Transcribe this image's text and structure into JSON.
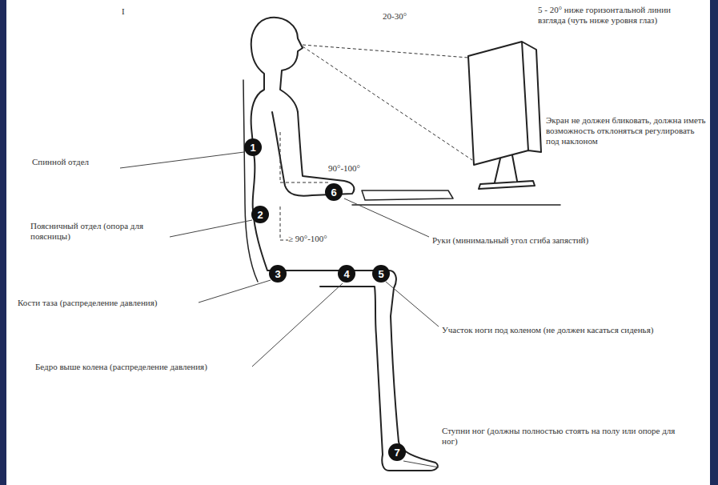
{
  "diagram": {
    "nodes": [
      {
        "text": [
          "1"
        ]
      },
      {
        "text": [
          "2"
        ]
      },
      {
        "text": [
          "3"
        ]
      },
      {
        "text": [
          "4"
        ]
      },
      {
        "text": [
          "5"
        ]
      },
      {
        "text": [
          "6"
        ]
      },
      {
        "text": [
          "7"
        ]
      }
    ],
    "labels": [
      "I",
      "20-30°",
      "5 - 20° ниже горизонтальной линии взгляда (чуть ниже уровня глаз)",
      "Экран не должен бликовать, должна иметь возможность отклоняться регулировать под наклоном",
      "Спинной отдел",
      "Поясничный отдел (опора для поясницы)",
      "Кости таза (распределение давления)",
      "Бедро выше колена (распределение давления)",
      "Руки (минимальный угол сгиба запястий)",
      "Участок ноги под коленом (не должен касаться сиденья)",
      "Ступни ног (должны полностью стоять на полу или опоре для ног)",
      "90°-100°",
      "≥ 90°-100°"
    ]
  }
}
